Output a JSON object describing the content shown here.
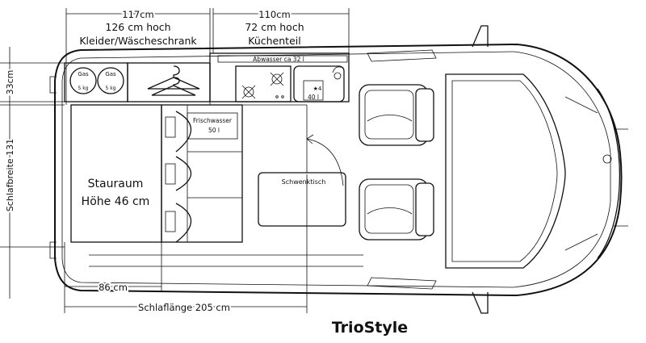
{
  "model_name": "TrioStyle",
  "dimensions": {
    "wardrobe_width": "117cm",
    "wardrobe_height": "126 cm hoch",
    "wardrobe_label": "Kleider/Wäscheschrank",
    "kitchen_width": "110cm",
    "kitchen_height": "72 cm hoch",
    "kitchen_label": "Küchenteil",
    "side_height": "33cm",
    "bed_width": "Schlafbreite 131",
    "storage_depth": "86 cm",
    "bed_length": "Schlaflänge 205 cm"
  },
  "labels": {
    "storage_title": "Stauraum",
    "storage_height": "Höhe 46 cm",
    "waste_water": "Abwasser ca 32 l",
    "fresh_water": "Frischwasser",
    "fresh_water_volume": "50 l",
    "swivel_table": "Schwenktisch",
    "fridge_volume": "40 l",
    "fridge_star": "★4",
    "gas_1": "Gas",
    "gas_1_weight": "5 kg",
    "gas_2": "Gas",
    "gas_2_weight": "5 kg"
  }
}
